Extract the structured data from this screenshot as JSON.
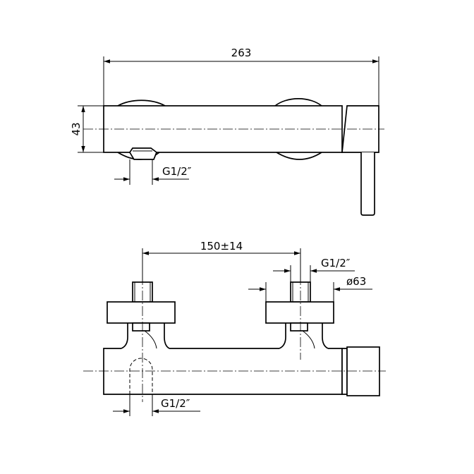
{
  "top_view": {
    "overall_length": "263",
    "height": "43",
    "outlet_thread": "G1/2″"
  },
  "front_view": {
    "inlet_spacing": "150±14",
    "inlet_thread": "G1/2″",
    "flange_diameter": "ø63",
    "outlet_thread": "G1/2″"
  }
}
